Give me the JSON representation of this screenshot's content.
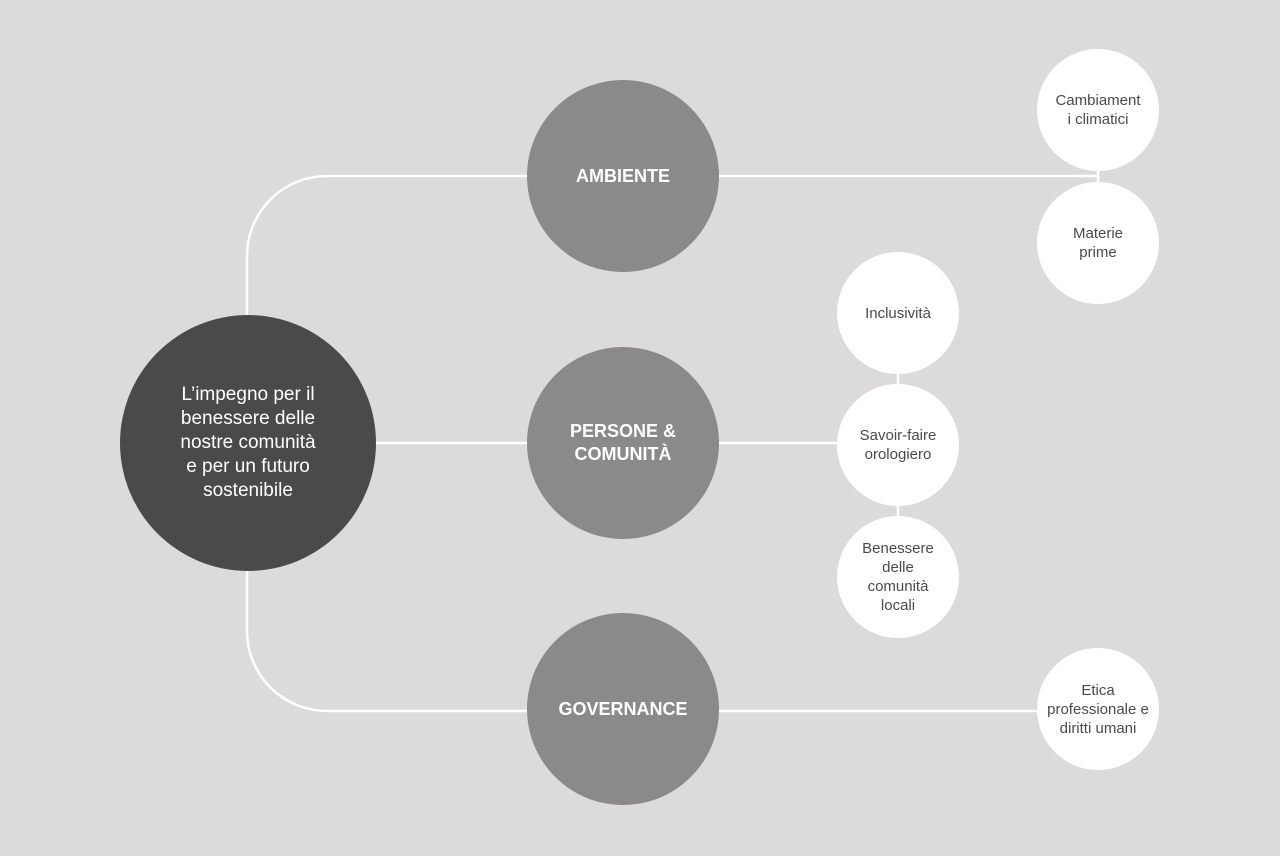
{
  "root": {
    "label": "L’impegno per il\nbenessere delle\nnostre comunità\ne per un futuro\nsostenibile"
  },
  "categories": [
    {
      "label": "AMBIENTE",
      "topics": [
        "Cambiament\ni climatici",
        "Materie\nprime"
      ]
    },
    {
      "label": "PERSONE &\nCOMUNITÀ",
      "topics": [
        "Inclusività",
        "Savoir-faire\norologiero",
        "Benessere\ndelle\ncomunità\nlocali"
      ]
    },
    {
      "label": "GOVERNANCE",
      "topics": [
        "Etica\nprofessionale e\ndiritti umani"
      ]
    }
  ],
  "colors": {
    "background": "#dcdbd9",
    "root": "#4a4a4a",
    "category": "#8a8a8a",
    "leaf": "#ffffff",
    "connector": "#ffffff"
  }
}
